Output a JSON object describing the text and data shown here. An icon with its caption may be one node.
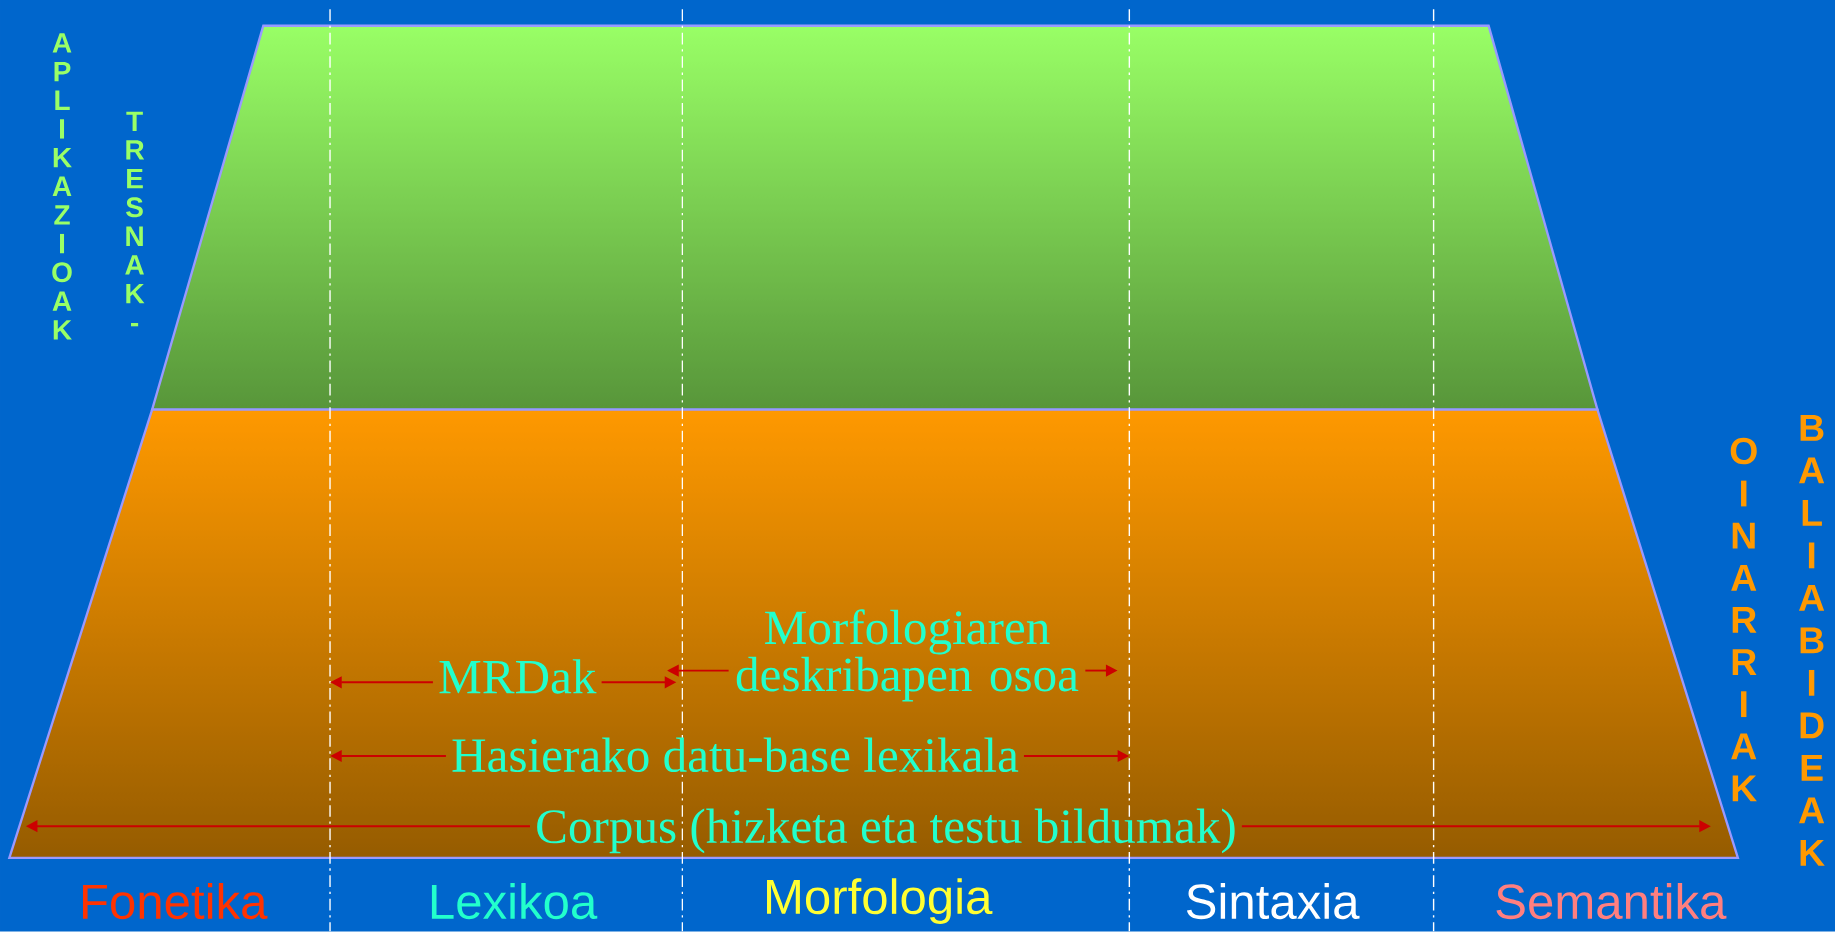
{
  "diagram": {
    "nodes": [
      {
        "text": [
          "MRDak"
        ]
      },
      {
        "text": [
          "Morfologiaren deskribapen osoa"
        ]
      },
      {
        "text": [
          "Hasierako datu-base lexikala"
        ]
      },
      {
        "text": [
          "Corpus  (hizketa eta testu bildumak)"
        ]
      }
    ],
    "edges": [
      {
        "from": 0,
        "to": null,
        "arrow": "to"
      },
      {
        "from": 0,
        "to": null,
        "arrow": "to"
      },
      {
        "from": 1,
        "to": null,
        "arrow": "to"
      },
      {
        "from": 1,
        "to": null,
        "arrow": "to"
      },
      {
        "from": 2,
        "to": null,
        "arrow": "to"
      },
      {
        "from": 2,
        "to": null,
        "arrow": "to"
      },
      {
        "from": 3,
        "to": null,
        "arrow": "to"
      },
      {
        "from": 3,
        "to": null,
        "arrow": "to"
      }
    ],
    "labels": [
      "APLIKAZIOAK",
      "TRESNAK -",
      "OINARRIAK",
      "BALIABIDEAK",
      "Fonetika",
      "Lexikoa",
      "Morfologia",
      "Sintaxia",
      "Semantika"
    ]
  }
}
